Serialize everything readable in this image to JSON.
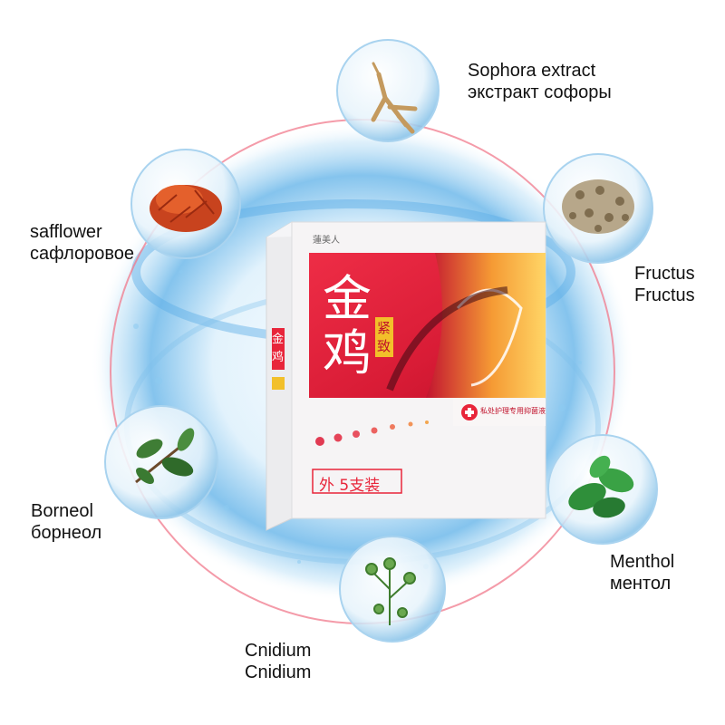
{
  "colors": {
    "ring": "#f07a8c",
    "water": "#7fc3ee",
    "box_red": "#e8253a",
    "box_white": "#f6f4f5",
    "box_yellow": "#f2c02a"
  },
  "ingredients": [
    {
      "key": "sophora",
      "icon": "ginseng-root-icon",
      "line1": "Sophora extract",
      "line2": "экстракт софоры"
    },
    {
      "key": "safflower",
      "icon": "safflower-icon",
      "line1": "safflower",
      "line2": "сафлоровое"
    },
    {
      "key": "fructus",
      "icon": "seeds-icon",
      "line1": "Fructus",
      "line2": "Fructus"
    },
    {
      "key": "borneol",
      "icon": "leaf-branch-icon",
      "line1": "Borneol",
      "line2": "борнеол"
    },
    {
      "key": "menthol",
      "icon": "mint-leaf-icon",
      "line1": "Menthol",
      "line2": "ментол"
    },
    {
      "key": "cnidium",
      "icon": "cnidium-plant-icon",
      "line1": "Cnidium",
      "line2": "Cnidium"
    }
  ],
  "box": {
    "brand": "蓮美人",
    "title": "金鸡",
    "tag": "紧致",
    "side_text": "金鸡",
    "banner": "私处护理专用抑菌液",
    "count": "外 5支装"
  }
}
